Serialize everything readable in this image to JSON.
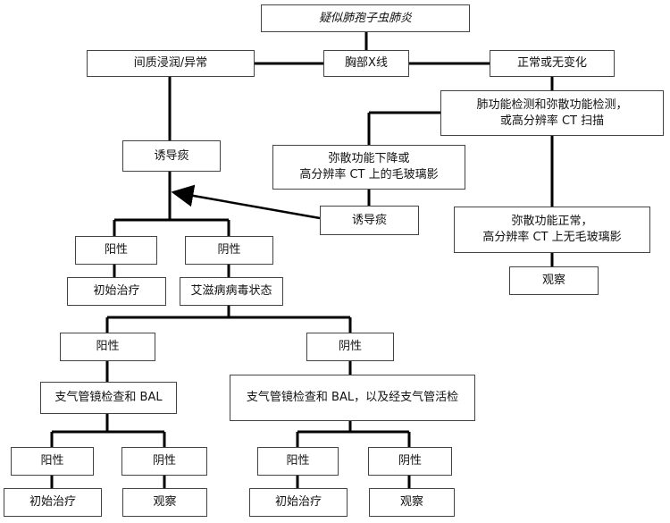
{
  "flowchart": {
    "title": "疑似肺孢子虫肺炎",
    "xray": "胸部X线",
    "interstitial": "间质浸润/异常",
    "normal": "正常或无变化",
    "pft": "肺功能检测和弥散功能检测，\n或高分辨率 CT 扫描",
    "induced_sputum_left": "诱导痰",
    "dlco_low": "弥散功能下降或\n高分辨率 CT 上的毛玻璃影",
    "induced_sputum_right": "诱导痰",
    "dlco_normal": "弥散功能正常，\n高分辨率 CT 上无毛玻璃影",
    "observe_top": "观察",
    "positive_1": "阳性",
    "negative_1": "阴性",
    "initial_treatment_1": "初始治疗",
    "hiv_status": "艾滋病病毒状态",
    "hiv_positive": "阳性",
    "hiv_negative": "阴性",
    "bronch_bal": "支气管镜检查和  BAL",
    "bronch_bal_tbb": "支气管镜检查和  BAL，以及经支气管活检",
    "positive_2": "阳性",
    "negative_2": "阴性",
    "positive_3": "阳性",
    "negative_3": "阴性",
    "initial_treatment_2": "初始治疗",
    "observe_2": "观察",
    "initial_treatment_3": "初始治疗",
    "observe_3": "观察"
  }
}
